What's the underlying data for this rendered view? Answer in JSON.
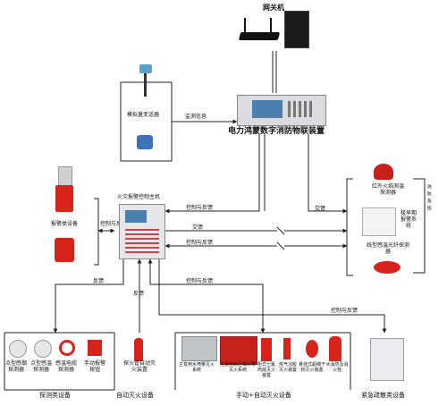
{
  "gateway": {
    "label": "网关机"
  },
  "platform": {
    "label": "电力鸿蒙数字消防物联装置"
  },
  "sensor_group": {
    "transmitter_label": "模拟量变送器",
    "link_label": "监测信息"
  },
  "alarm_devices": {
    "label": "报警类设备",
    "link_label": "控制与反馈"
  },
  "fire_panel": {
    "label": "火灾报警控制主机"
  },
  "links": {
    "panel_platform": "控制与反馈",
    "panel_fiber": "交馈",
    "panel_right_feedback": "控制与反馈",
    "detection_feedback": "反馈",
    "auto_ext_feedback": "反馈",
    "manual_auto_control": "控制与反馈",
    "platform_right": "交馈",
    "emergency_control": "控制与反馈"
  },
  "right_group": {
    "infrared_label": "红外火焰测温探测器",
    "early_label": "极早期报警系统",
    "fiber_label": "线型感温光纤探测器",
    "outer_vertical_label": "消防系统"
  },
  "detection": {
    "items": [
      "点型感烟探测器",
      "点型感温探测器",
      "感温电缆探测器",
      "手动报警按钮"
    ],
    "group_label": "探测类设备"
  },
  "auto_ext": {
    "item_label": "探火管自动灭火装置",
    "group_label": "自动灭火设备"
  },
  "manual_auto": {
    "items": [
      "主变用水喷雾灭火系统",
      "主变用高压细水雾灭火系统",
      "柜式七氟丙烷灭火装置",
      "热气溶胶灭火装置",
      "悬挂式超细干粉灭火装置",
      "水消防及消火栓"
    ],
    "group_label": "手动+自动灭火设备"
  },
  "emergency": {
    "group_label": "紧急疏散类设备"
  },
  "colors": {
    "line": "#222222",
    "red": "#d8231d",
    "panel_screen": "#4a7fb0"
  }
}
